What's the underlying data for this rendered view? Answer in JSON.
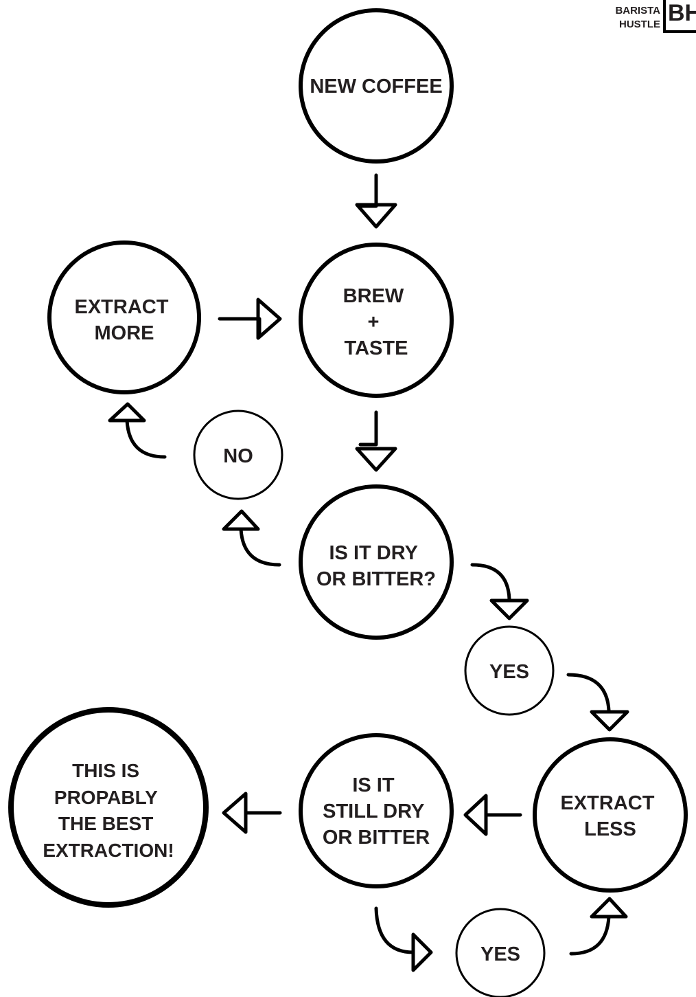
{
  "logo": {
    "line1": "BARISTA",
    "line2": "HUSTLE",
    "mark": "BH"
  },
  "nodes": {
    "new_coffee": [
      "NEW COFFEE"
    ],
    "brew_taste": [
      "BREW",
      "+",
      "TASTE"
    ],
    "extract_more": [
      "EXTRACT",
      "MORE"
    ],
    "no": [
      "NO"
    ],
    "dry_or_bitter": [
      "IS IT DRY",
      "OR BITTER?"
    ],
    "yes_1": [
      "YES"
    ],
    "extract_less": [
      "EXTRACT",
      "LESS"
    ],
    "still_dry": [
      "IS IT",
      "STILL DRY",
      "OR BITTER"
    ],
    "yes_2": [
      "YES"
    ],
    "best_extraction": [
      "THIS IS",
      "PROPABLY",
      "THE BEST",
      "EXTRACTION!"
    ]
  },
  "colors": {
    "stroke": "#000000",
    "text": "#231f20",
    "background": "#ffffff"
  }
}
